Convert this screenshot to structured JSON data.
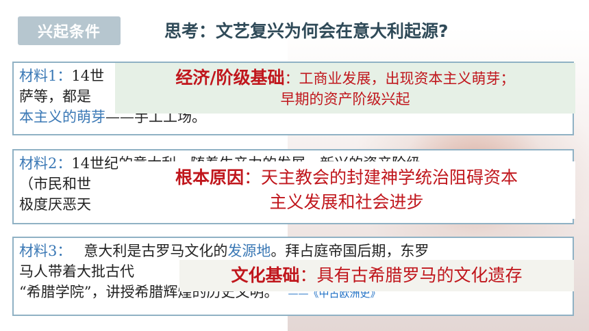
{
  "header": {
    "tag": "兴起条件",
    "title": "思考：文艺复兴为何会在意大利起源?"
  },
  "materials": [
    {
      "label": "材料1：",
      "line1": "14世",
      "line2": "萨等，都是",
      "line3_blue": "本主义的萌芽",
      "line3_rest": "——手工工场。"
    },
    {
      "label": "材料2：",
      "line1": "14世纪的意大利，随着生产力的发展，新兴的资产阶级",
      "line2": "（市民和世",
      "line3": "极度厌恶天"
    },
    {
      "label": "材料3：",
      "line1_a": "意大利是古罗马文化的",
      "line1_blue": "发源地",
      "line1_b": "。拜占庭帝国后期，东罗",
      "line2": "马人带着大批古代",
      "line3": "“希腊学院”，讲授希腊辉煌的历史文明。",
      "source": "——《中古欧洲史》"
    }
  ],
  "overlays": [
    {
      "heading": "经济/阶级基础",
      "text1": "：工商业发展，出现资本主义萌芽；",
      "text2": "早期的资产阶级兴起"
    },
    {
      "heading": "根本原因",
      "text1": "：天主教会的封建神学统治阻碍资本",
      "text2": "主义发展和社会进步"
    },
    {
      "heading": "文化基础",
      "text1": "：具有古希腊罗马的文化遗存"
    }
  ]
}
